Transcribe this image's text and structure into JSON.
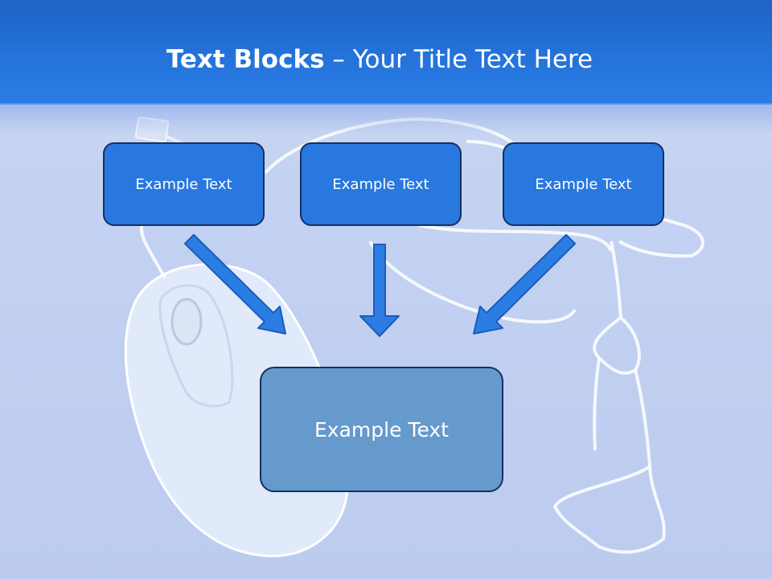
{
  "title": {
    "bold": "Text Blocks",
    "dash": " – ",
    "rest": "Your Title Text Here"
  },
  "blocks": {
    "top": [
      "Example Text",
      "Example Text",
      "Example Text"
    ],
    "bottom": "Example Text"
  },
  "colors": {
    "header": "#2473db",
    "box_fill": "#2878df",
    "box_border": "#13315f",
    "big_box_fill": "#6699cc",
    "arrow_fill": "#2b7de3",
    "arrow_stroke": "#1c5cb8",
    "background": "#c4d2f2"
  },
  "icons": [
    "computer-mouse-icon",
    "graduation-cap-icon",
    "arrow-down-right-icon",
    "arrow-down-icon",
    "arrow-down-left-icon"
  ]
}
